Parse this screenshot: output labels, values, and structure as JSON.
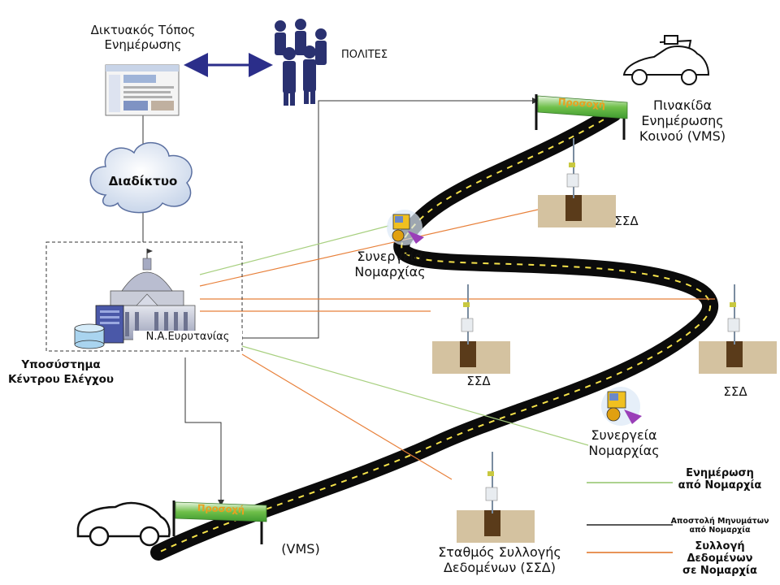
{
  "website": {
    "label": "Δικτυακός Τόπος\nΕνημέρωσης"
  },
  "citizens": {
    "label": "ΠΟΛΙΤΕΣ"
  },
  "internet": {
    "label": "Διαδίκτυο"
  },
  "control_center": {
    "building_label": "Ν.Α.Ευρυτανίας",
    "subsystem_label": "Υποσύστημα\nΚέντρου Ελέγχου"
  },
  "vms_top": {
    "sign_text": "Προσοχή",
    "label": "Πινακίδα\nΕνημέρωσης\nΚοινού (VMS)"
  },
  "vms_bottom": {
    "sign_text": "Προσοχή",
    "label": "(VMS)"
  },
  "crew_1": {
    "label": "Συνεργεία\nΝομαρχίας"
  },
  "crew_2": {
    "label": "Συνεργεία\nΝομαρχίας"
  },
  "stations": {
    "s1": "ΣΣΔ",
    "s2": "ΣΣΔ",
    "s3": "ΣΣΔ",
    "s4": "Σταθμός Συλλογής\nΔεδομένων (ΣΣΔ)"
  },
  "legend": [
    {
      "label": "Ενημέρωση\nαπό Νομαρχία",
      "color": "#92c46a"
    },
    {
      "label": "Αποστολή Μηνυμάτων\nαπό Νομαρχία",
      "color": "#222222"
    },
    {
      "label": "Συλλογή\nΔεδομένων\nσε Νομαρχία",
      "color": "#e07020"
    }
  ],
  "colors": {
    "green_line": "#a8d080",
    "orange_line": "#e8803a",
    "arrow_blue": "#2b2e8a",
    "road": "#0b0b0b"
  }
}
